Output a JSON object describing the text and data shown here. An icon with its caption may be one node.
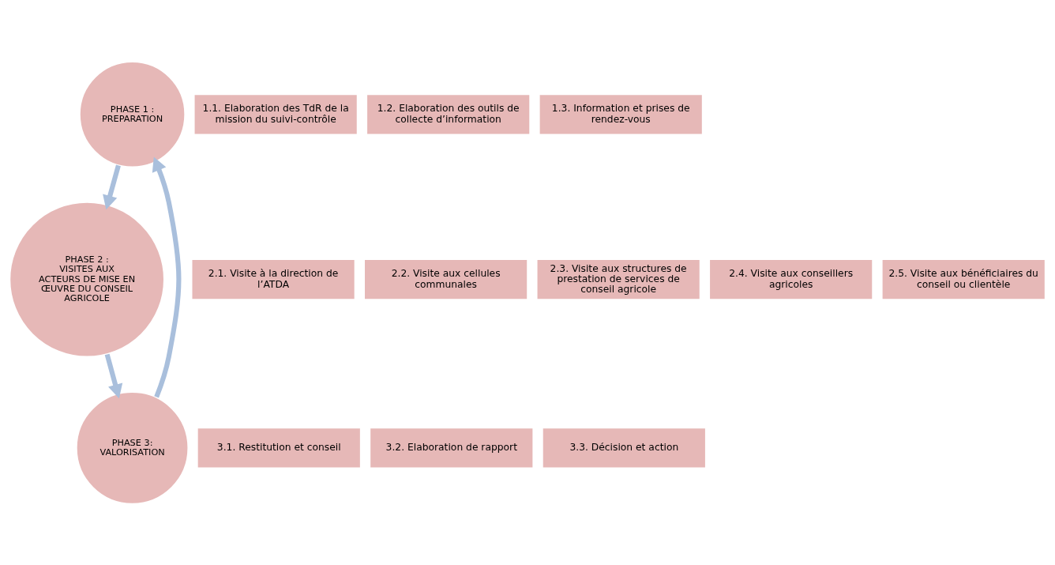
{
  "diagram": {
    "nodes": [
      {
        "text": [
          "PHASE 1 :",
          "PREPARATION"
        ]
      },
      {
        "text": [
          "1.1. Elaboration des TdR de la mission du suivi-contrôle"
        ]
      },
      {
        "text": [
          "1.2. Elaboration des outils de collecte d’information"
        ]
      },
      {
        "text": [
          "1.3. Information et prises de rendez-vous"
        ]
      },
      {
        "text": [
          "PHASE 2 :",
          "VISITES AUX ACTEURS DE MISE EN ŒUVRE DU CONSEIL AGRICOLE"
        ]
      },
      {
        "text": [
          "2.1. Visite à la direction de l’ATDA"
        ]
      },
      {
        "text": [
          "2.2. Visite aux cellules communales"
        ]
      },
      {
        "text": [
          "2.3. Visite aux structures de prestation de services de conseil agricole"
        ]
      },
      {
        "text": [
          "2.4. Visite aux conseillers agricoles"
        ]
      },
      {
        "text": [
          "2.5. Visite aux bénéficiaires du conseil ou clientèle"
        ]
      },
      {
        "text": [
          "PHASE 3:",
          "VALORISATION"
        ]
      },
      {
        "text": [
          "3.1. Restitution et conseil"
        ]
      },
      {
        "text": [
          "3.2. Elaboration de rapport"
        ]
      },
      {
        "text": [
          "3.3. Décision et action"
        ]
      }
    ],
    "edges": [
      {
        "from": 0,
        "to": 4,
        "arrow": "to"
      },
      {
        "from": 4,
        "to": 10,
        "arrow": "to"
      },
      {
        "from": 10,
        "to": 0,
        "arrow": "to"
      }
    ]
  }
}
